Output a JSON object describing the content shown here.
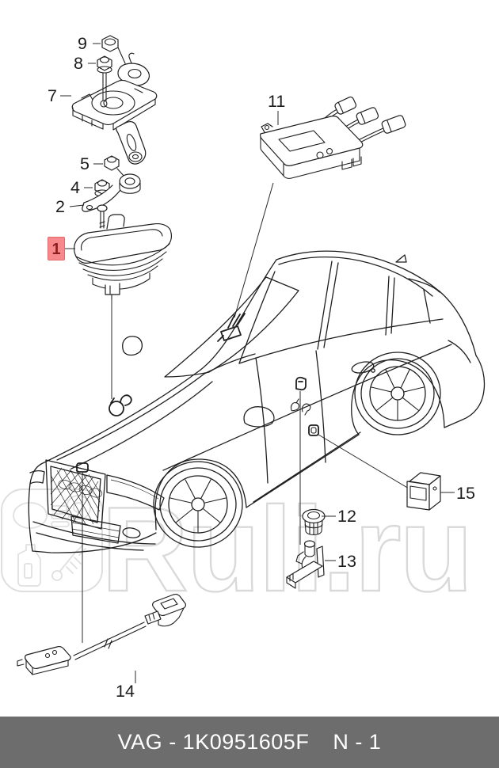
{
  "watermark": {
    "text": "Ruli.ru",
    "color": "#d9d9d9",
    "logo_icons": [
      "headlight-icon",
      "wheel-icon",
      "oil-canister-icon",
      "shock-absorber-icon"
    ]
  },
  "callouts": {
    "c1": "1",
    "c2": "2",
    "c4": "4",
    "c5": "5",
    "c7": "7",
    "c8": "8",
    "c9": "9",
    "c11": "11",
    "c12": "12",
    "c13": "13",
    "c14": "14",
    "c15": "15"
  },
  "highlighted_part": "1",
  "colors": {
    "highlight_fill": "#f6898c",
    "highlight_border": "#e4686c",
    "highlight_text": "#8e1e1e",
    "footer_bg": "#6d6d6d",
    "footer_text": "#ffffff",
    "line": "#1f1f1f",
    "watermark": "#d9d9d9"
  },
  "footer": {
    "catalog_code": "VAG - 1K0951605F",
    "page_ref": "N - 1"
  }
}
